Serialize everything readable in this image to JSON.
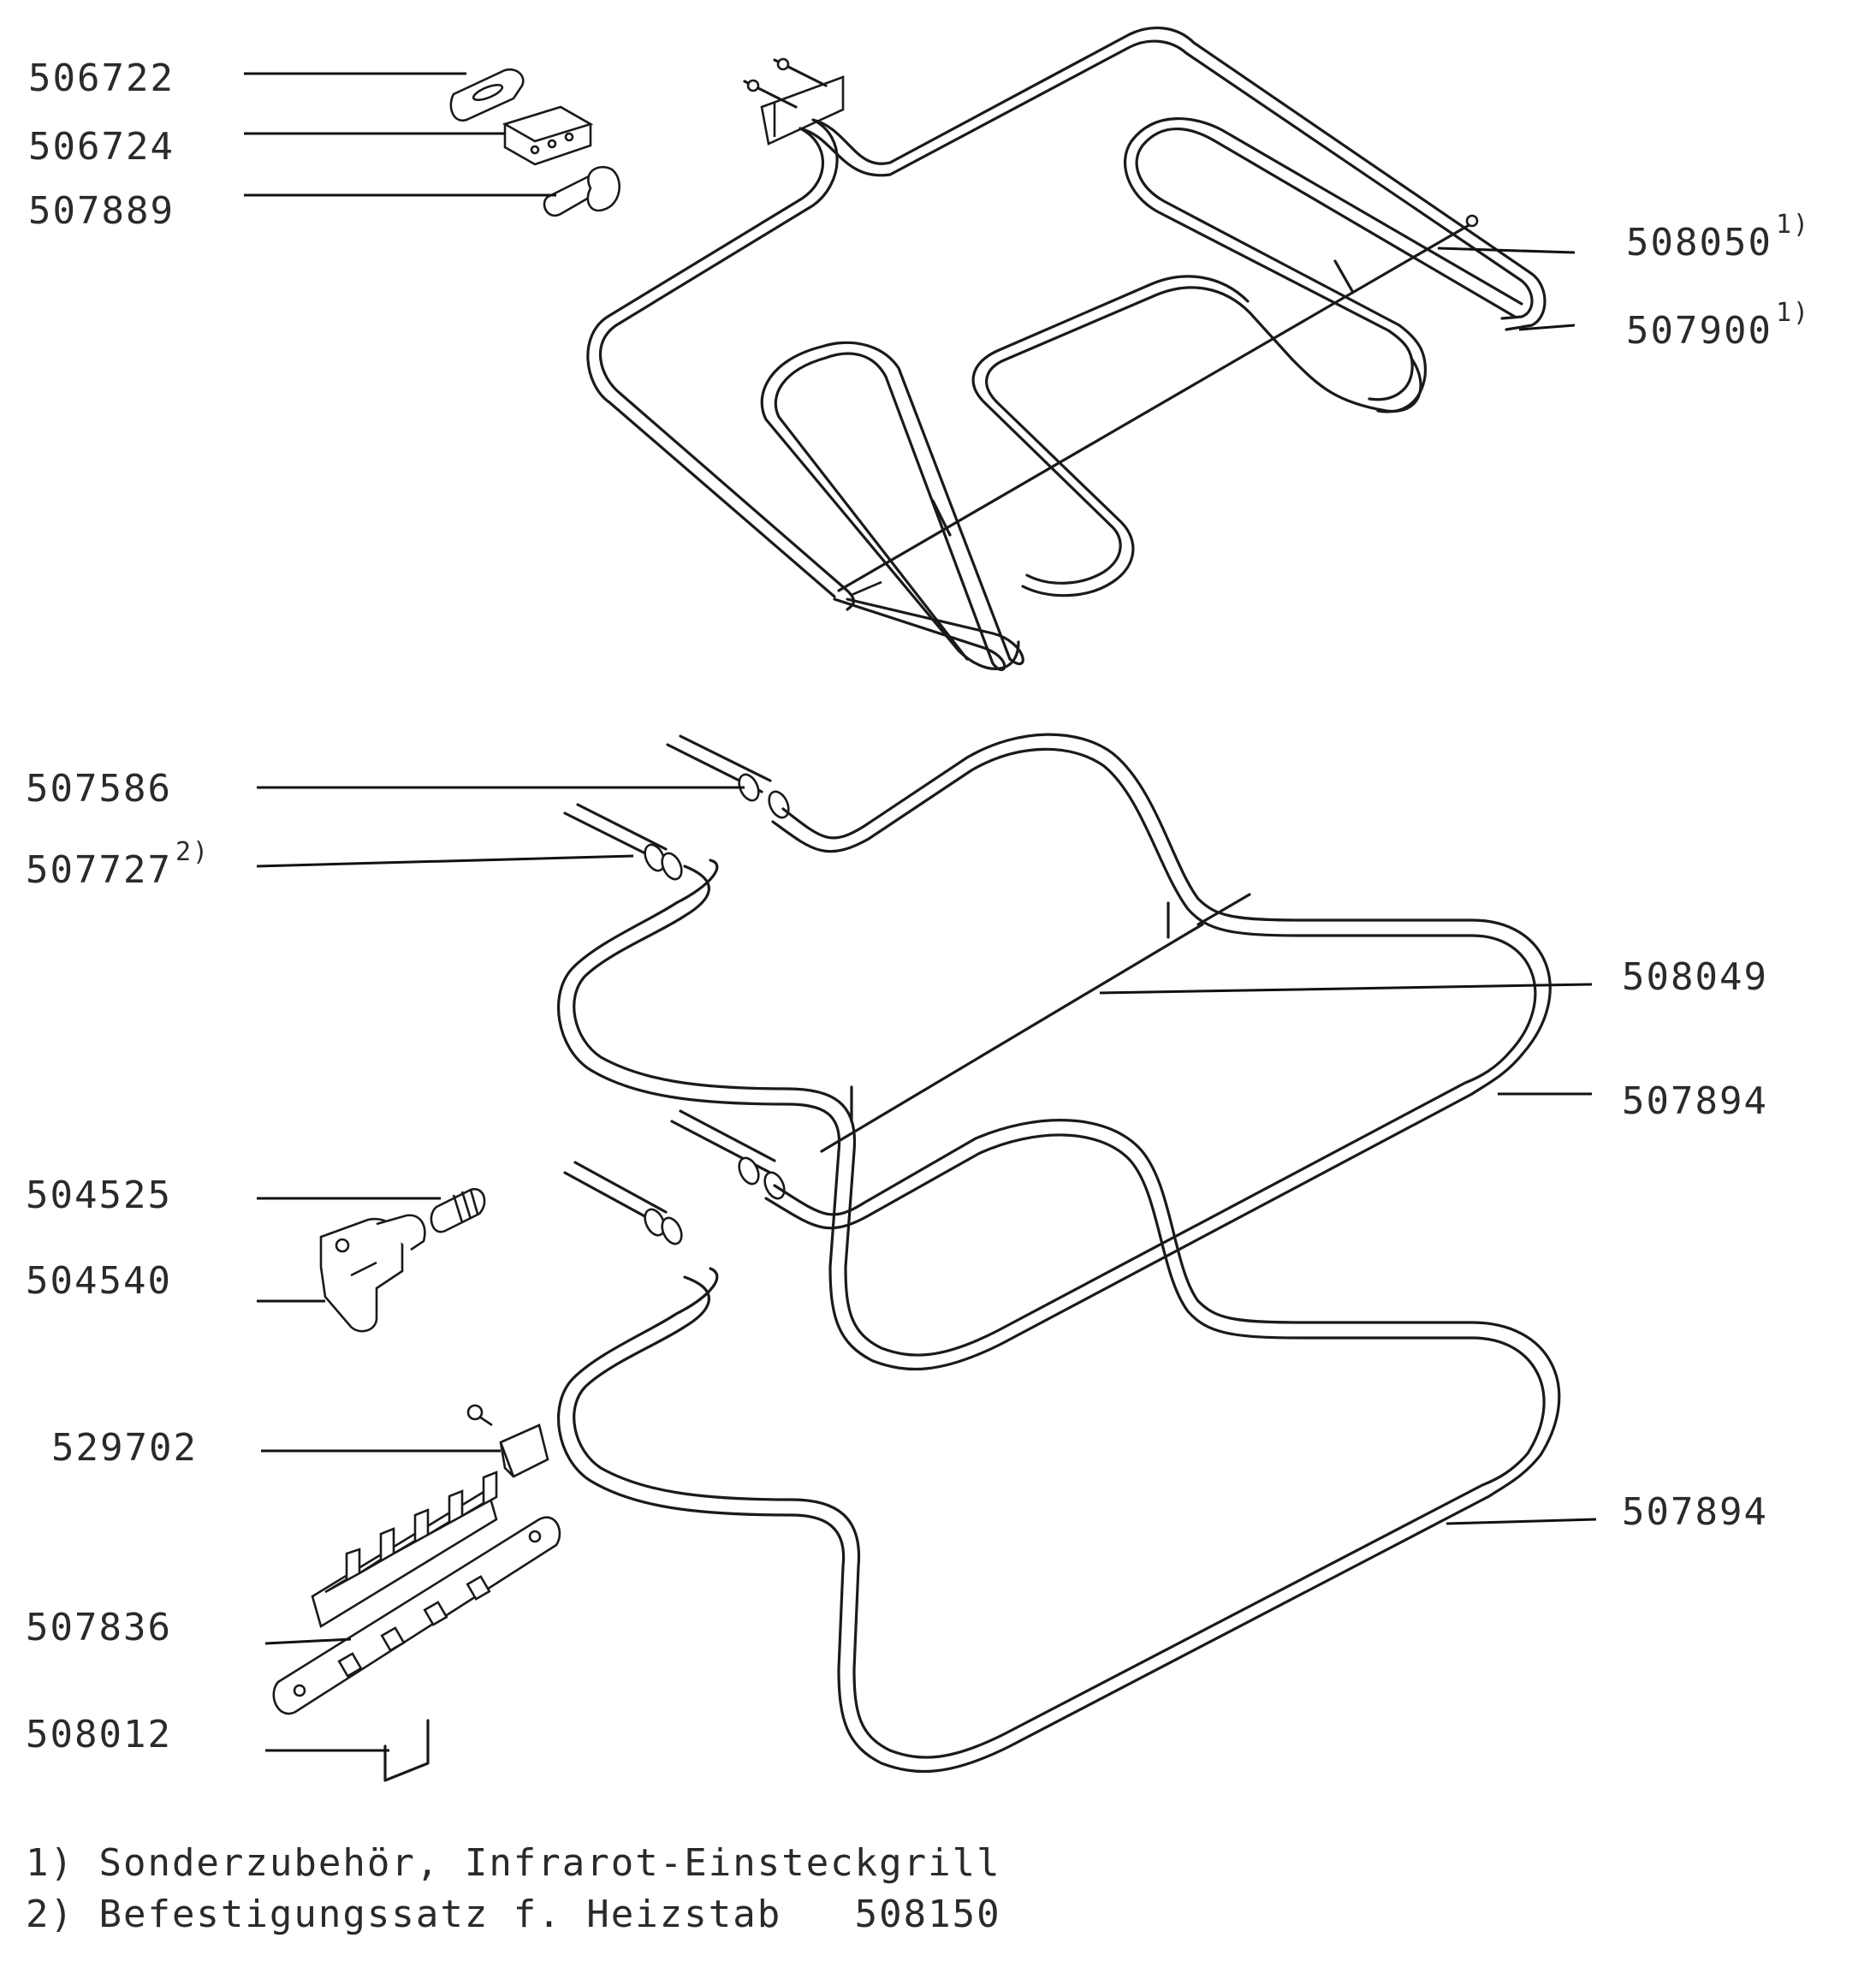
{
  "parts": {
    "p506722": "506722",
    "p506724": "506724",
    "p507889": "507889",
    "p508050": "508050",
    "p507900": "507900",
    "p507586": "507586",
    "p507727": "507727",
    "p508049": "508049",
    "p507894_a": "507894",
    "p504525": "504525",
    "p504540": "504540",
    "p529702": "529702",
    "p507894_b": "507894",
    "p507836": "507836",
    "p508012": "508012"
  },
  "markers": {
    "m1": "1)",
    "m2": "2)"
  },
  "notes": {
    "note1": "1) Sonderzubehör, Infrarot-Einsteckgrill",
    "note2": "2) Befestigungssatz f. Heizstab   508150"
  }
}
